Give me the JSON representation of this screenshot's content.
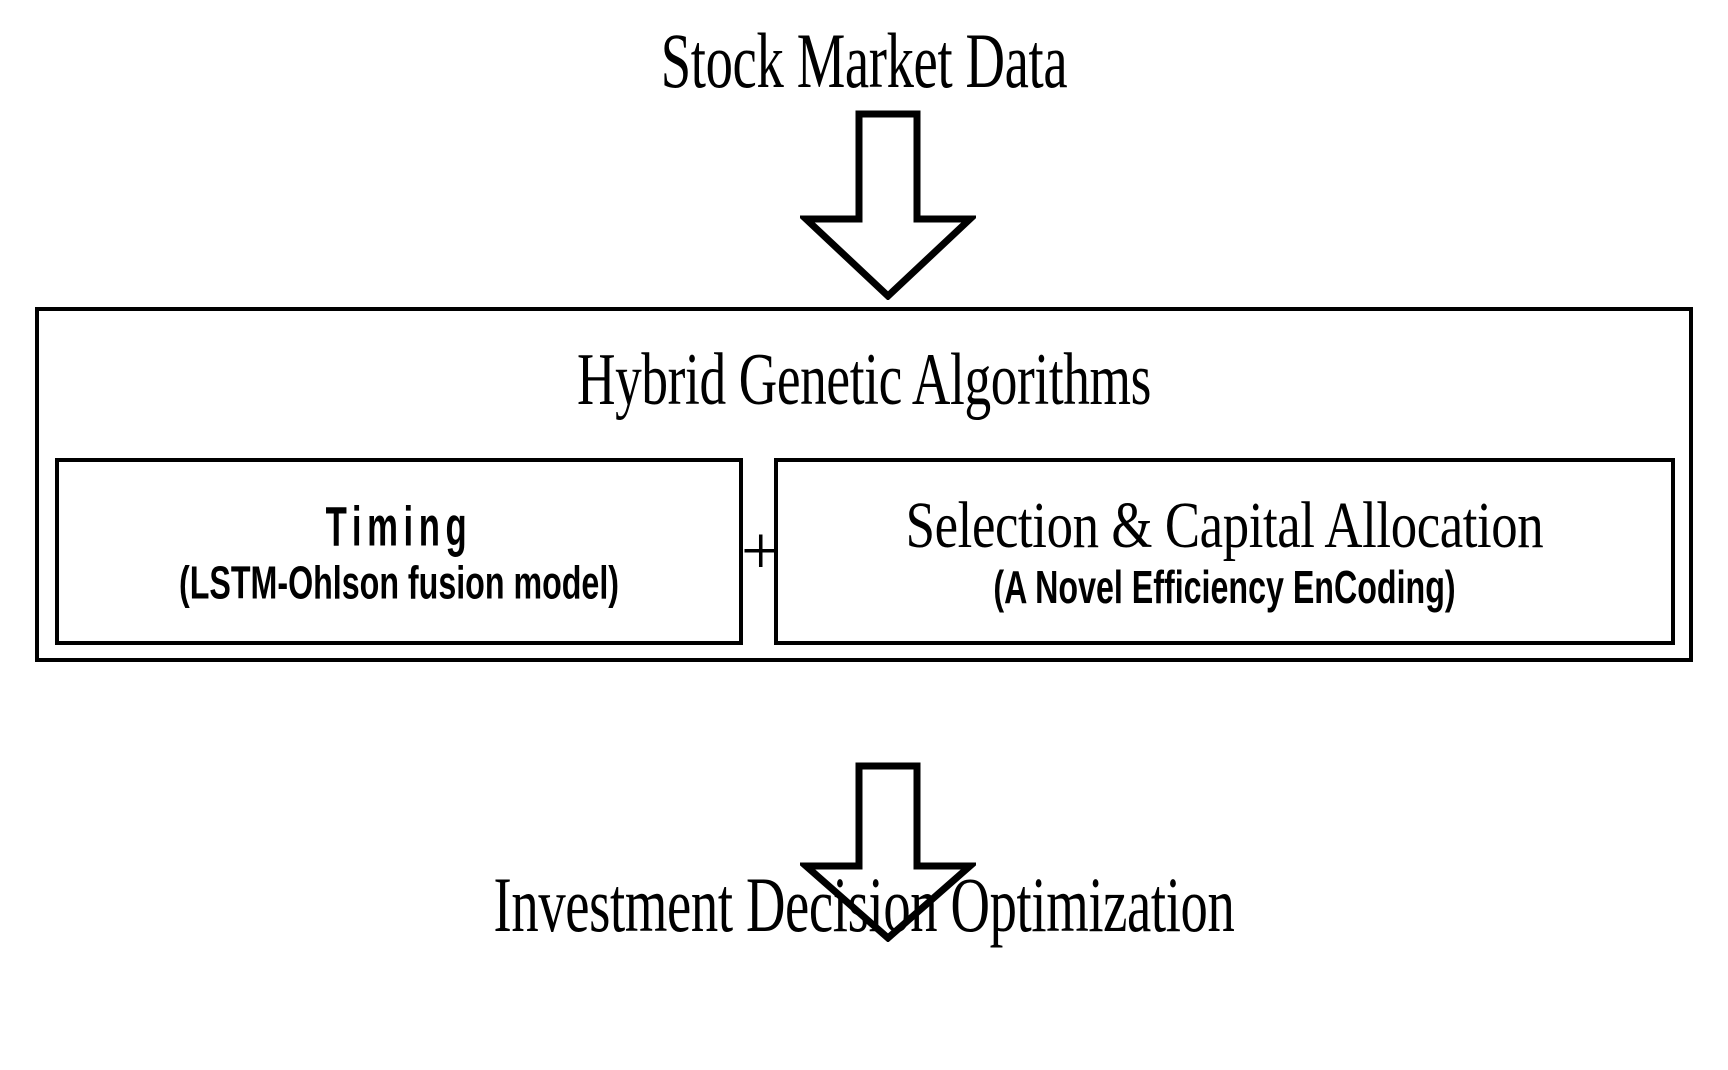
{
  "diagram": {
    "title_top": "Stock Market Data",
    "title_bottom": "Investment Decision Optimization",
    "main_box": {
      "heading": "Hybrid Genetic Algorithms",
      "operator": "+",
      "components": [
        {
          "heading": "Timing",
          "subtitle": "(LSTM-Ohlson fusion model)"
        },
        {
          "heading": "Selection & Capital Allocation",
          "subtitle": "(A Novel Efficiency EnCoding)"
        }
      ]
    },
    "arrows": [
      {
        "name": "arrow-down-to-main-box",
        "direction": "down"
      },
      {
        "name": "arrow-down-to-output",
        "direction": "down"
      }
    ],
    "colors": {
      "stroke": "#000000",
      "fill": "#ffffff",
      "text": "#000000"
    }
  }
}
